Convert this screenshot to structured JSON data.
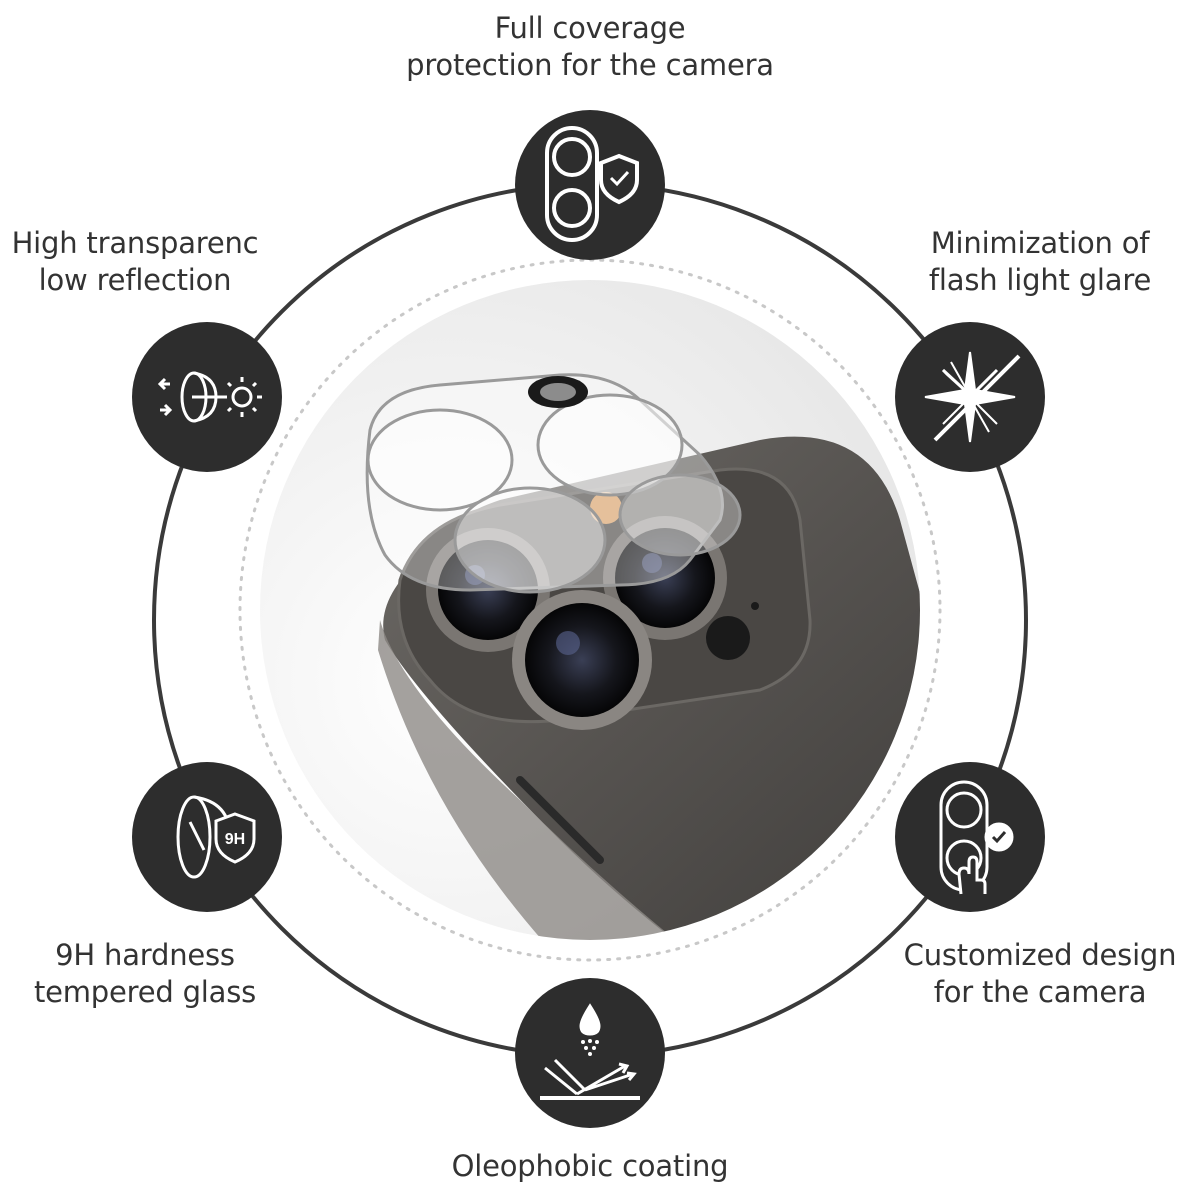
{
  "features": {
    "top": {
      "line1": "Full coverage",
      "line2": "protection for the camera",
      "icon": "camera-shield-icon"
    },
    "top_left": {
      "line1": "High transparenc",
      "line2": "low reflection",
      "icon": "transparency-icon"
    },
    "top_right": {
      "line1": "Minimization of",
      "line2": "flash light glare",
      "icon": "flash-glare-icon"
    },
    "bottom_left": {
      "line1": "9H hardness",
      "line2": "tempered glass",
      "icon": "hardness-9h-icon",
      "badge": "9H"
    },
    "bottom_right": {
      "line1": "Customized design",
      "line2": "for the camera",
      "icon": "custom-design-icon"
    },
    "bottom": {
      "line1": "Oleophobic coating",
      "icon": "oleophobic-icon"
    }
  },
  "colors": {
    "icon_bg": "#2d2d2d",
    "ring": "#3a3a3a",
    "text": "#333333",
    "dots": "#c8c8c8"
  }
}
